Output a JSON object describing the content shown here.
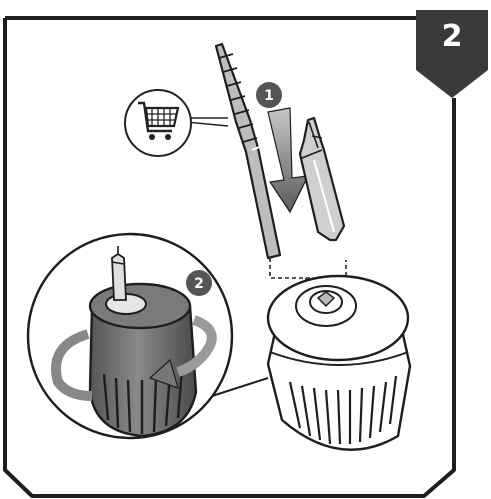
{
  "step": {
    "number": "2"
  },
  "badges": {
    "first": "1",
    "second": "2"
  },
  "colors": {
    "frame": "#1e1e1e",
    "tag": "#3a3a3a",
    "badge": "#555555",
    "arrow": "#6a6a6a",
    "chuck_dark": "#6b6b6b",
    "chuck_light": "#ffffff"
  },
  "icons": {
    "cart": "shopping-cart-icon",
    "drill_bit": "drill-bit-icon",
    "screwdriver_bit": "screwdriver-bit-icon",
    "chuck": "drill-chuck-icon"
  }
}
